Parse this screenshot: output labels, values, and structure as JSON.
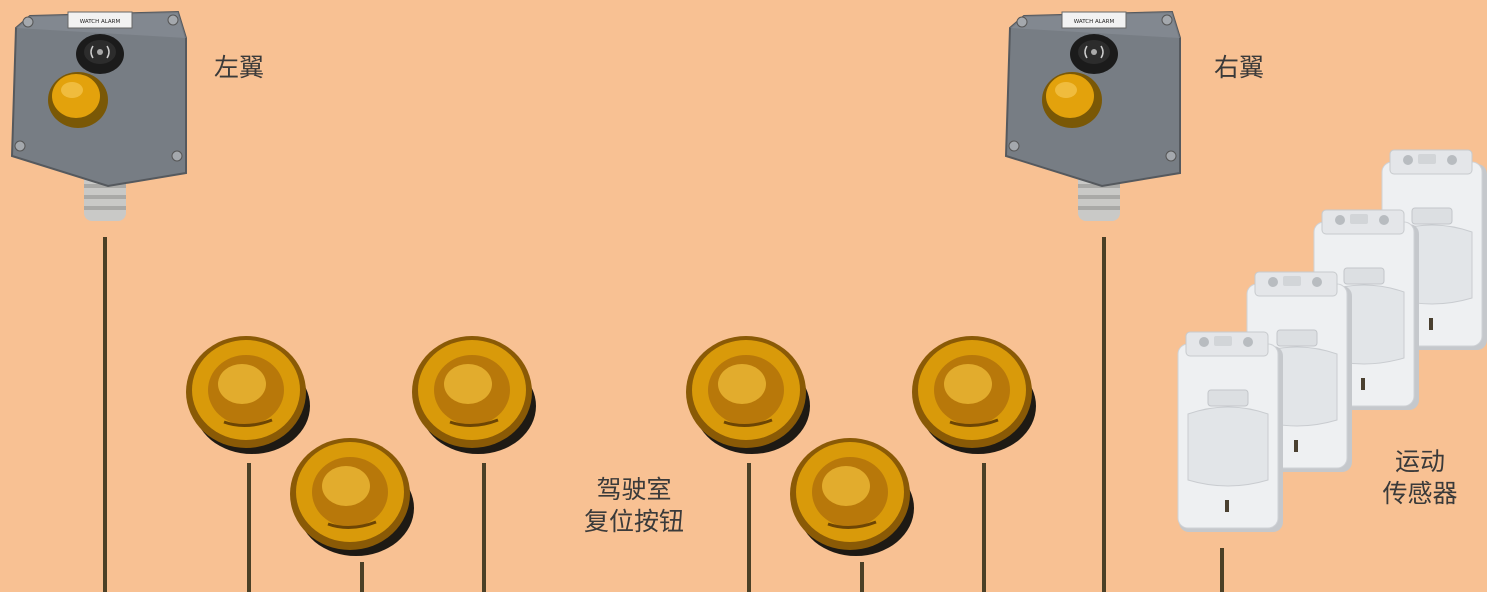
{
  "panels": [
    {
      "id": "left",
      "label": "左翼",
      "plate_text": "WATCH ALARM"
    },
    {
      "id": "right",
      "label": "右翼",
      "plate_text": "WATCH ALARM"
    }
  ],
  "bridge_reset": {
    "line1": "驾驶室",
    "line2": "复位按钮",
    "button_count": 6
  },
  "motion_sensors": {
    "line1": "运动",
    "line2": "传感器",
    "count": 4
  },
  "colors": {
    "background": "#f8c193",
    "wire": "#4b4026",
    "panel_body": "#777d84",
    "button_amber": "#e3a20c",
    "sensor_body": "#eef0f2"
  }
}
